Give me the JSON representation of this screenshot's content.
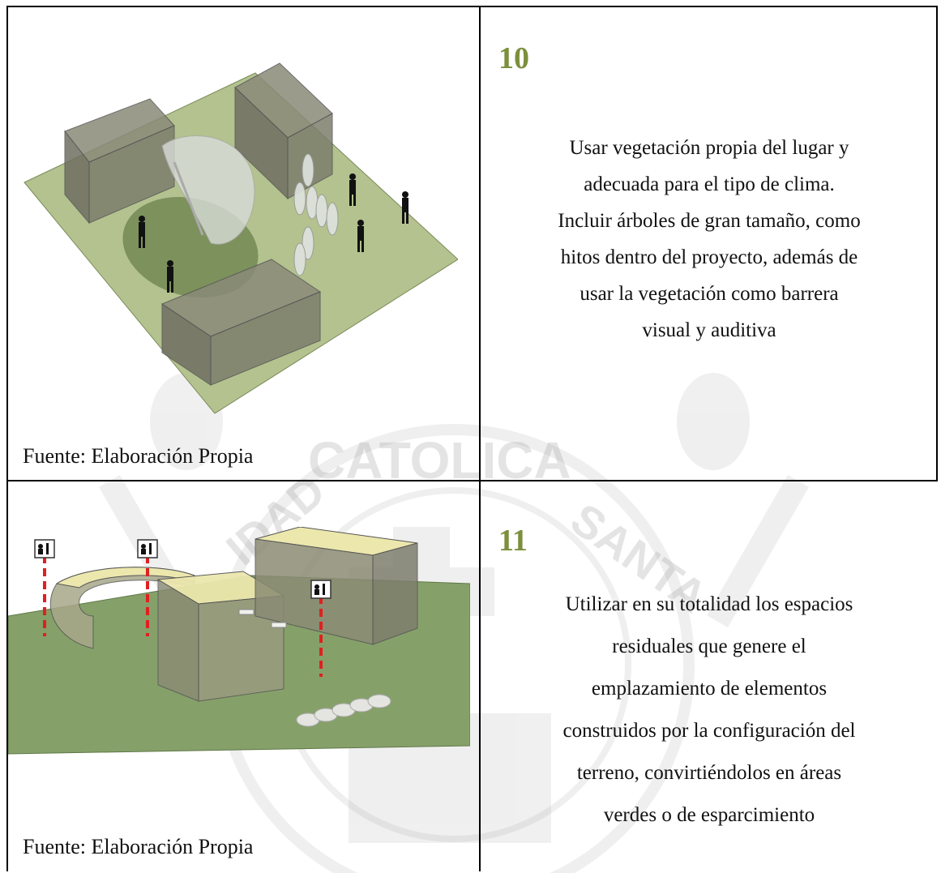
{
  "watermark": {
    "text": "CATOLICA",
    "text_right": "SANTA",
    "text_left": "IDAD"
  },
  "rows": [
    {
      "number": "10",
      "caption": "Fuente: Elaboración Propia",
      "description_lines": [
        "Usar vegetación propia del lugar y",
        "adecuada para el tipo de clima.",
        "Incluir árboles de gran tamaño, como",
        "hitos dentro del proyecto, además de",
        "usar la vegetación como barrera",
        "visual y auditiva"
      ]
    },
    {
      "number": "11",
      "caption": "Fuente: Elaboración Propia",
      "description_lines": [
        "Utilizar en su totalidad los espacios",
        "residuales que genere el",
        "emplazamiento de elementos",
        "construidos por la configuración del",
        "terreno, convirtiéndolos en áreas",
        "verdes o de esparcimiento"
      ]
    }
  ],
  "colors": {
    "accent_number": "#7c8f3c",
    "ground_light": "#b3c28e",
    "ground_dark": "#86a06a",
    "block_fill": "#8b8b74",
    "roof_fill": "#ece7ad",
    "marker": "#e02020"
  }
}
